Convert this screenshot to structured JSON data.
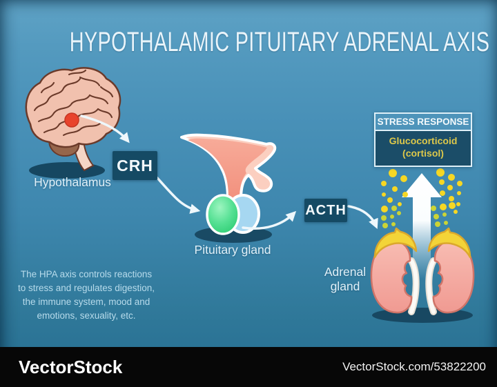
{
  "title": "HYPOTHALAMIC PITUITARY ADRENAL AXIS",
  "diagram": {
    "hypothalamus_label": "Hypothalamus",
    "crh_label": "CRH",
    "pituitary_label": "Pituitary gland",
    "acth_label": "ACTH",
    "adrenal_label": "Adrenal gland",
    "stress_box": {
      "header": "STRESS RESPONSE",
      "hormone": "Glucocorticoid",
      "hormone_form": "(cortisol)"
    },
    "icons": {
      "brain": "brain-illustration",
      "hypothalamus_dot": "red-dot-marker",
      "pituitary": "pituitary-gland-illustration",
      "adrenal": "kidneys-with-adrenal-glands-illustration",
      "cortisol_dots": "yellow-hormone-dots",
      "up_arrow": "stress-response-up-arrow",
      "flow_arrows": "white-curved-arrows"
    },
    "colors": {
      "background_top": "#5fa3c6",
      "background_bottom": "#256d90",
      "hormone_box_bg": "#154a64",
      "stress_body_bg": "#1b4d68",
      "hormone_text": "#ddc84a",
      "dot_yellow": "#f6d724",
      "dot_green_yellow": "#cbd435",
      "arrow_white": "#eef7fb",
      "brain_pink": "#f1c1ae",
      "brain_outline": "#6b3a2a",
      "hypothalamus_red": "#e8432c",
      "pituitary_pink": "#f49a88",
      "anterior_lobe_green": "#3ed57f",
      "posterior_lobe_blue": "#a6d7f1",
      "kidney_pink": "#f2a29a",
      "adrenal_yellow": "#f3d438",
      "footer_bg": "#070707"
    }
  },
  "description": {
    "lines": [
      "The HPA axis controls reactions",
      "to stress and regulates digestion,",
      "the immune system, mood and",
      "emotions, sexuality, etc."
    ]
  },
  "footer": {
    "logo": "VectorStock",
    "url": "VectorStock.com/53822200"
  }
}
